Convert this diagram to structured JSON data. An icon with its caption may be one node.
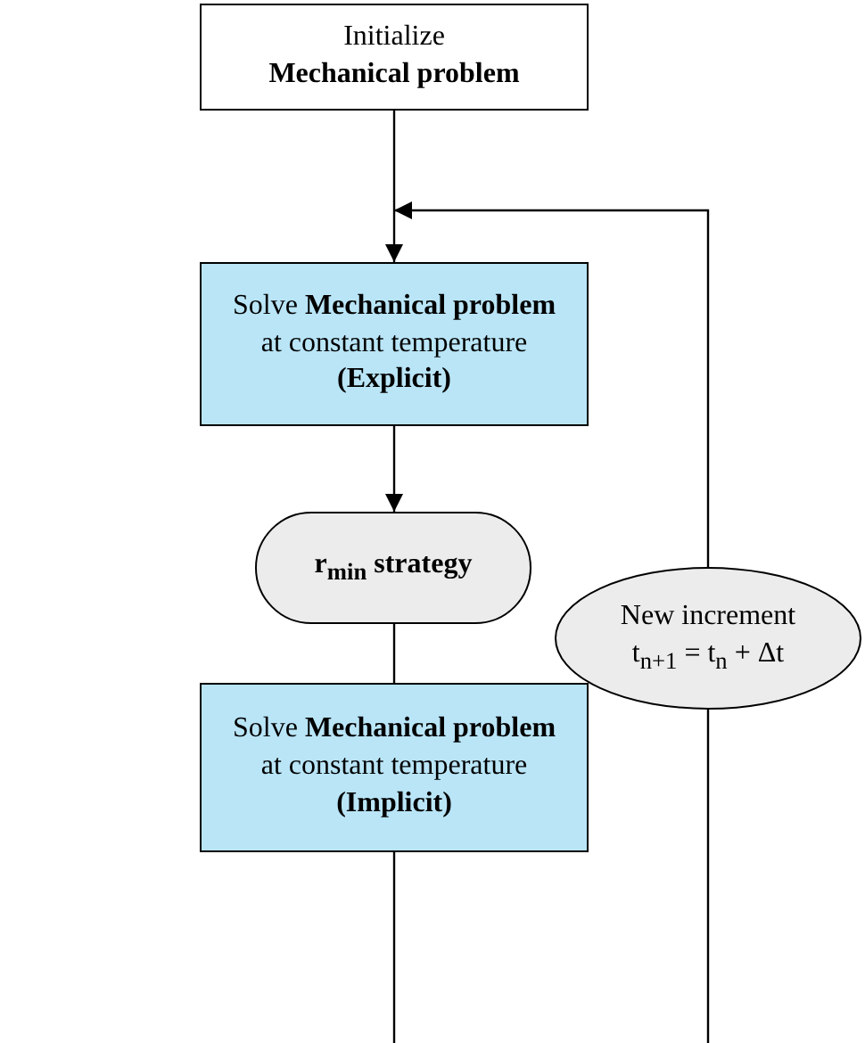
{
  "diagram": {
    "nodes": [
      {
        "text": [
          "Initialize",
          "Mechanical problem"
        ]
      },
      {
        "text": [
          "Solve **Mechanical problem** at constant temperature **(Explicit)**"
        ]
      },
      {
        "text": [
          "r$_{min}$ strategy"
        ]
      },
      {
        "text": [
          "Solve **Mechanical problem** at constant temperature **(Implicit)**"
        ]
      },
      {
        "text": [
          "New increment",
          "t$_{n+1}$ = t$_{n}$ + Δt"
        ]
      }
    ],
    "edges": [
      {
        "from": 0,
        "to": 1,
        "arrow": "to"
      },
      {
        "from": 1,
        "to": 2,
        "arrow": "to"
      },
      {
        "from": 2,
        "to": 3,
        "arrow": "none"
      },
      {
        "from": 3,
        "to": 4,
        "arrow": "none"
      },
      {
        "from": 4,
        "to": 1,
        "arrow": "to"
      }
    ]
  }
}
